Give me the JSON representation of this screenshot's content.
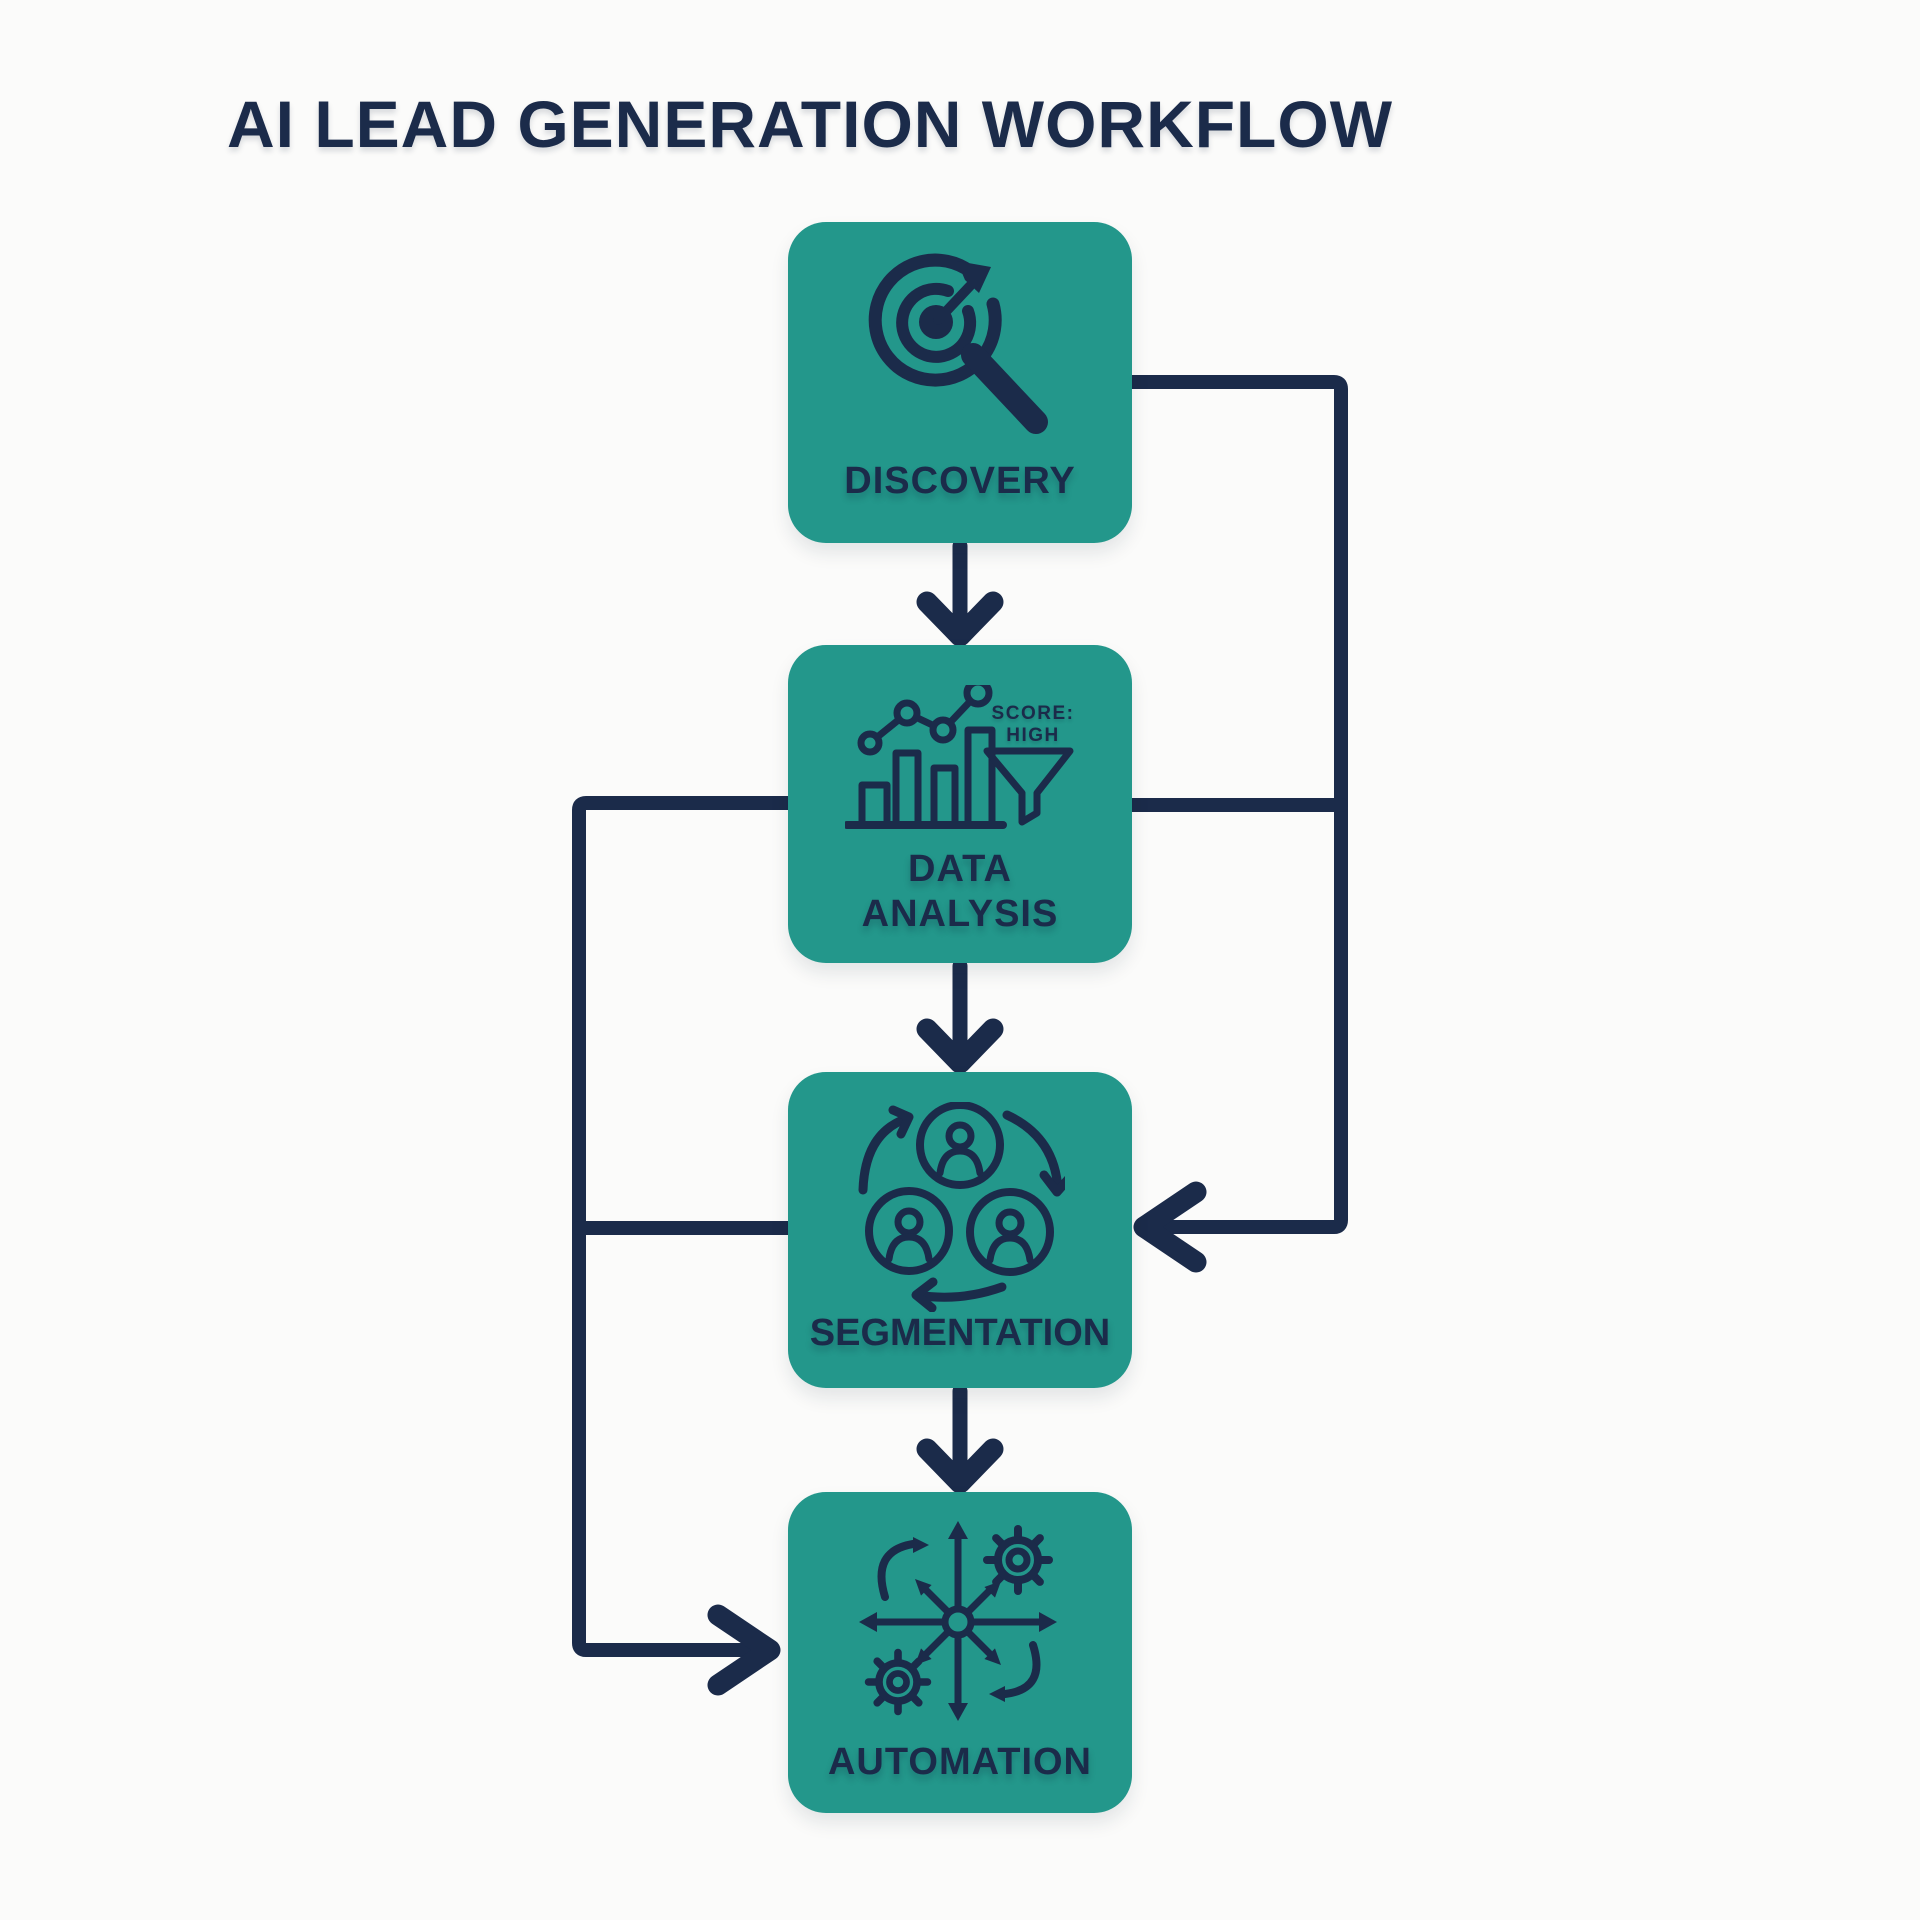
{
  "title": "AI LEAD GENERATION WORKFLOW",
  "colors": {
    "background": "#fbfbfa",
    "box_fill": "#23978b",
    "ink_navy": "#1b2b4a"
  },
  "steps": [
    {
      "id": "discovery",
      "label": "DISCOVERY",
      "icon": "target-magnifier-icon"
    },
    {
      "id": "data-analysis",
      "label_line1": "DATA",
      "label_line2": "ANALYSIS",
      "icon": "chart-funnel-icon",
      "score_label": "SCORE:",
      "score_value": "HIGH"
    },
    {
      "id": "segmentation",
      "label": "SEGMENTATION",
      "icon": "users-cycle-icon"
    },
    {
      "id": "automation",
      "label": "AUTOMATION",
      "icon": "hub-gears-icon"
    }
  ],
  "flow": [
    {
      "from": "DISCOVERY",
      "to": "DATA ANALYSIS",
      "type": "down-arrow"
    },
    {
      "from": "DATA ANALYSIS",
      "to": "SEGMENTATION",
      "type": "down-arrow"
    },
    {
      "from": "SEGMENTATION",
      "to": "AUTOMATION",
      "type": "down-arrow"
    },
    {
      "from": "DISCOVERY",
      "to": "SEGMENTATION",
      "type": "right-side-feedback-arrow"
    },
    {
      "from": "DATA ANALYSIS",
      "to": "SEGMENTATION",
      "type": "left-side-branch"
    },
    {
      "from": "DATA ANALYSIS",
      "to": "AUTOMATION",
      "type": "left-side-feedback-arrow"
    }
  ]
}
